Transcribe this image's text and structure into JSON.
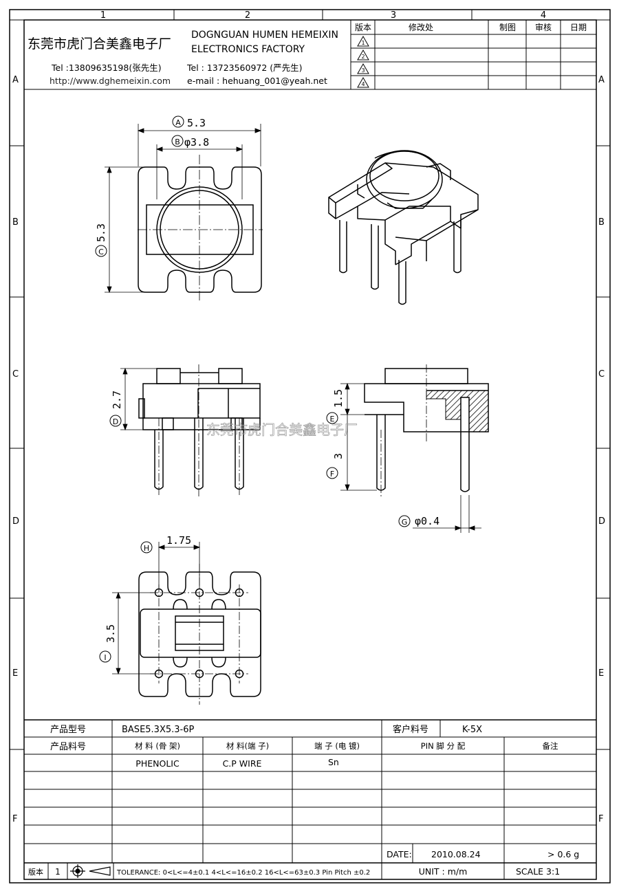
{
  "border": {
    "columns": [
      "1",
      "2",
      "3",
      "4"
    ],
    "rows": [
      "A",
      "B",
      "C",
      "D",
      "E",
      "F"
    ]
  },
  "company": {
    "name_cn": "东莞市虎门合美鑫电子厂",
    "name_en_1": "DOGNGUAN HUMEN HEMEIXIN",
    "name_en_2": "ELECTRONICS FACTORY",
    "tel1": "Tel :13809635198(张先生)",
    "web": "http://www.dghemeixin.com",
    "tel2": "Tel : 13723560972 (严先生)",
    "email": "e-mail : hehuang_001@yeah.net"
  },
  "revision_table": {
    "headers": [
      "版本",
      "修改处",
      "制图",
      "审核",
      "日期"
    ],
    "rows": [
      "1",
      "2",
      "3",
      "4"
    ]
  },
  "dimensions": {
    "A": "5.3",
    "B": "φ3.8",
    "C": "5.3",
    "D": "2.7",
    "E": "1.5",
    "F": "3",
    "G": "φ0.4",
    "H": "1.75",
    "I": "3.5"
  },
  "dimension_letters": [
    "A",
    "B",
    "C",
    "D",
    "E",
    "F",
    "G",
    "H",
    "I"
  ],
  "watermark": "东莞市虎门合美鑫电子厂",
  "title_block": {
    "product_model_label": "产品型号",
    "product_model": "BASE5.3X5.3-6P",
    "customer_no_label": "客户料号",
    "customer_no": "K-5X",
    "product_no_label": "产品料号",
    "material_bobbin_label": "材 料 (骨 架)",
    "material_pin_label": "材 料(端 子)",
    "terminal_plating_label": "端 子 (电 镀)",
    "pin_label": "PIN 脚 分 配",
    "remark_label": "备注",
    "material_bobbin": "PHENOLIC",
    "material_pin": "C.P WIRE",
    "terminal_plating": "Sn",
    "date_label": "DATE:",
    "date": "2010.08.24",
    "date_right": "> 0.6 g",
    "unit": "UNIT : m/m",
    "scale": "SCALE   3:1",
    "version_label": "版本",
    "version": "1",
    "tolerance": "TOLERANCE:  0<L<=4±0.1  4<L<=16±0.2  16<L<=63±0.3  Pin Pitch  ±0.2"
  }
}
